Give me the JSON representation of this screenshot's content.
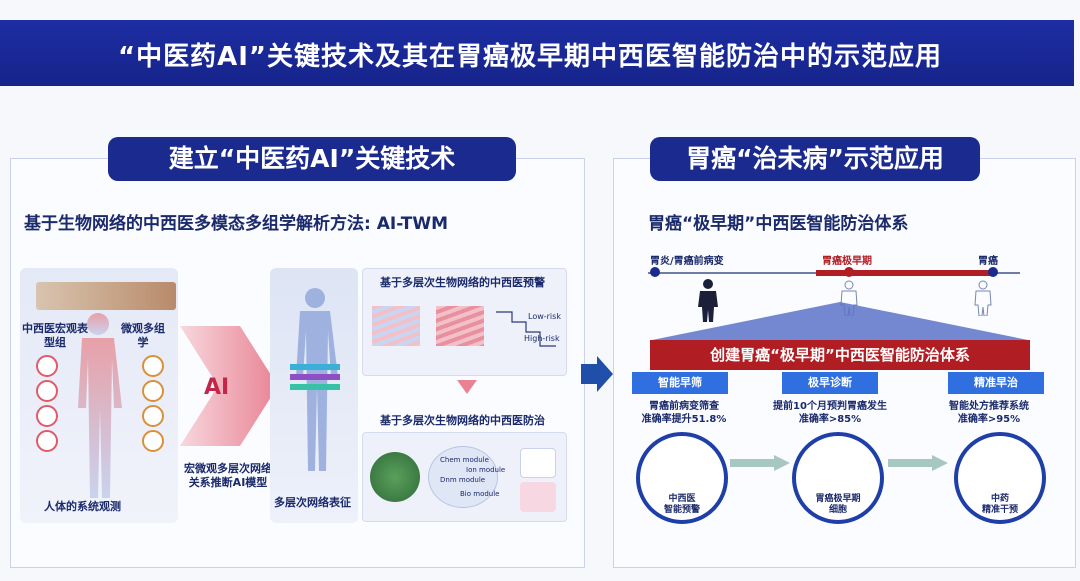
{
  "header": {
    "title": "“中医药AI”关键技术及其在胃癌极早期中西医智能防治中的示范应用"
  },
  "left": {
    "pill": "建立“中医药AI”关键技术",
    "method": "基于生物网络的中西医多模态多组学解析方法: AI-TWM",
    "macro_label": "中西医宏观表型组",
    "micro_label": "微观多组学",
    "human_obs": "人体的系统观测",
    "ai_label": "AI",
    "model_label": "宏微观多层次网络关系推断AI模型",
    "network_label": "多层次网络表征",
    "warning_title": "基于多层次生物网络的中西医预警",
    "low_risk": "Low-risk",
    "high_risk": "High-risk",
    "prevention_title": "基于多层次生物网络的中西医防治",
    "modules": [
      "Chem module",
      "Ion module",
      "Dnm module",
      "Bio module"
    ]
  },
  "right": {
    "pill": "胃癌“治未病”示范应用",
    "system_title": "胃癌“极早期”中西医智能防治体系",
    "timeline": [
      "胃炎/胃癌前病变",
      "胃癌极早期",
      "胃癌"
    ],
    "red_bar": "创建胃癌“极早期”中西医智能防治体系",
    "tabs": [
      "智能早筛",
      "极早诊断",
      "精准早治"
    ],
    "stats": [
      {
        "line1": "胃癌前病变筛查",
        "line2": "准确率提升51.8%"
      },
      {
        "line1": "提前10个月预判胃癌发生",
        "line2": "准确率>85%"
      },
      {
        "line1": "智能处方推荐系统",
        "line2": "准确率>95%"
      }
    ],
    "circles": [
      {
        "line1": "中西医",
        "line2": "智能预警"
      },
      {
        "line1": "胃癌极早期",
        "line2": "细胞"
      },
      {
        "line1": "中药",
        "line2": "精准干预"
      }
    ]
  },
  "colors": {
    "navy": "#1b2a8e",
    "red": "#b01d22",
    "blue": "#2f6fe0"
  }
}
